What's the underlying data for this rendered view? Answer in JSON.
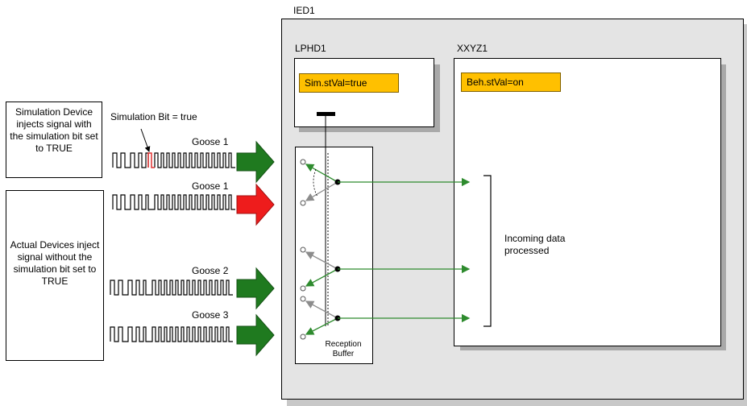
{
  "ied": {
    "title": "IED1"
  },
  "lphd": {
    "title": "LPHD1",
    "sim_value": "Sim.stVal=true"
  },
  "xxyz": {
    "title": "XXYZ1",
    "beh_value": "Beh.stVal=on",
    "incoming_text": "Incoming data processed"
  },
  "buffer": {
    "label": "Reception Buffer"
  },
  "sim_device": {
    "text": "Simulation Device injects signal with the simulation bit set to TRUE"
  },
  "actual_devices": {
    "text": "Actual Devices inject signal without the simulation bit set to TRUE"
  },
  "sim_bit_label": "Simulation Bit = true",
  "signals": [
    {
      "label": "Goose 1",
      "status": "accepted"
    },
    {
      "label": "Goose 1",
      "status": "rejected"
    },
    {
      "label": "Goose 2",
      "status": "accepted"
    },
    {
      "label": "Goose 3",
      "status": "accepted"
    }
  ],
  "colors": {
    "accept_arrow": "#1f7a1f",
    "reject_arrow": "#ee1c1c",
    "highlight": "#ffc000",
    "panel_bg": "#e4e4e4",
    "connection": "#2e8b2e"
  }
}
